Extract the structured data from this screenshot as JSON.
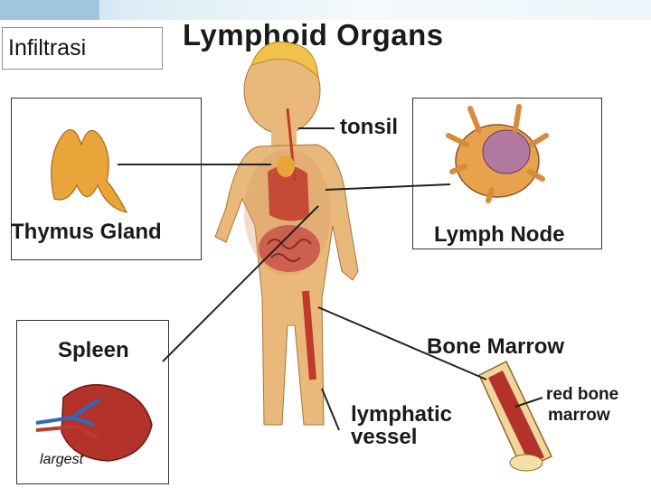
{
  "slide": {
    "heading": "Infiltrasi",
    "title": "Lymphoid Organs",
    "note": "largest"
  },
  "labels": {
    "tonsil": "tonsil",
    "thymus": "Thymus Gland",
    "lymph_node": "Lymph Node",
    "spleen": "Spleen",
    "bone_marrow": "Bone Marrow",
    "red_bone_marrow_1": "red bone",
    "red_bone_marrow_2": "marrow",
    "lymphatic_1": "lymphatic",
    "lymphatic_2": "vessel"
  },
  "colors": {
    "skin": "#e8b97a",
    "organ_red": "#b3322a",
    "thymus_yellow": "#e9a43a",
    "header_blue": "#bcd9ea"
  }
}
